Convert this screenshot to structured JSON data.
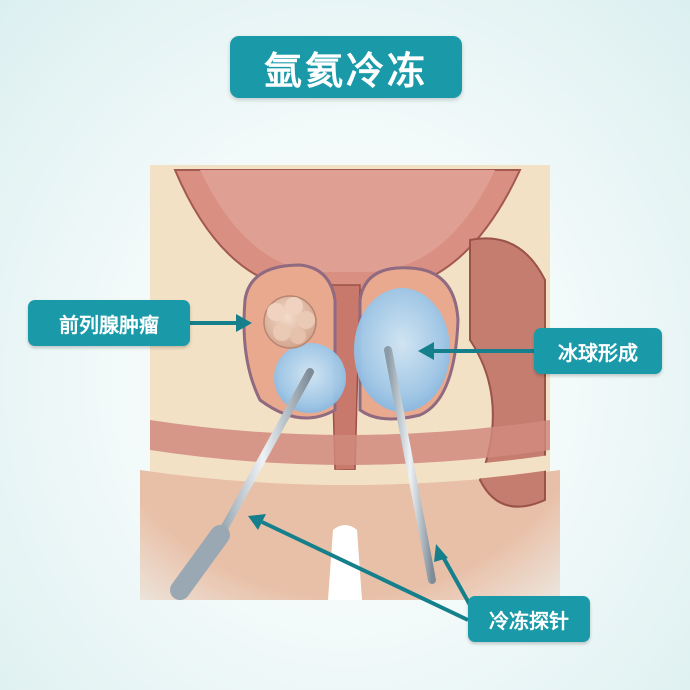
{
  "title": "氩氦冷冻",
  "labels": {
    "tumor": "前列腺肿瘤",
    "iceball": "冰球形成",
    "probe": "冷冻探针"
  },
  "colors": {
    "accent": "#1a9aa8",
    "arrow": "#15808c",
    "tissue": "#d98f82",
    "fat": "#f6e6c4",
    "ice": "#a9d4ee",
    "tumor": "#e8c3ad",
    "background": "#dceff0"
  }
}
